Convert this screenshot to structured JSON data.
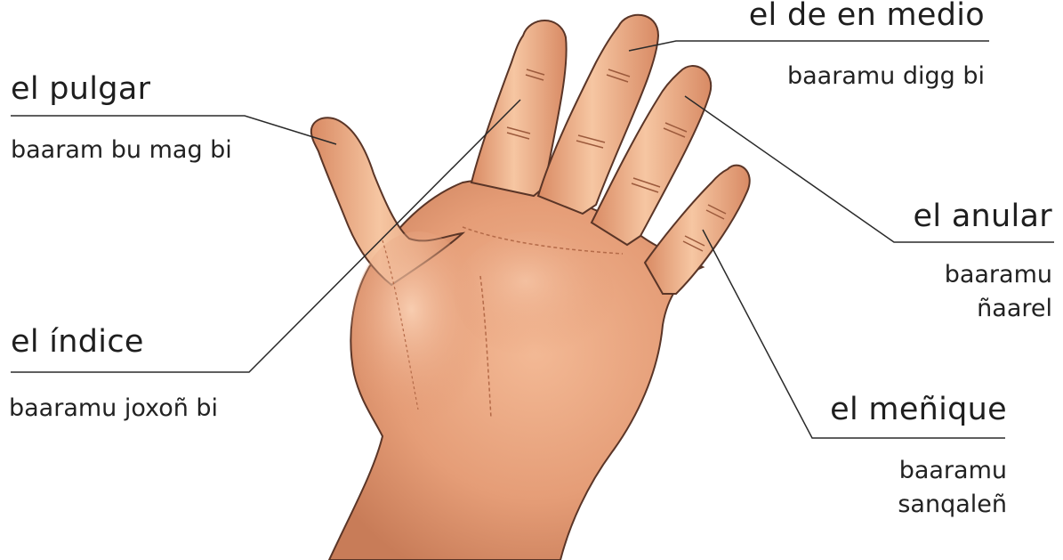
{
  "fingers": {
    "thumb": {
      "spanish": "el pulgar",
      "wolof": "baaram bu mag bi"
    },
    "index": {
      "spanish": "el índice",
      "wolof": "baaramu joxoñ bi"
    },
    "middle": {
      "spanish": "el de en medio",
      "wolof": "baaramu digg bi"
    },
    "ring": {
      "spanish": "el anular",
      "wolof_line1": "baaramu",
      "wolof_line2": "ñaarel"
    },
    "little": {
      "spanish": "el meñique",
      "wolof_line1": "baaramu",
      "wolof_line2": "sanqaleñ"
    }
  },
  "colors": {
    "skin": "#e9a57e",
    "skin_light": "#f5c7a5",
    "skin_shadow": "#c97a55",
    "outline": "#5a3527",
    "leader_line": "#2a2a2a"
  }
}
